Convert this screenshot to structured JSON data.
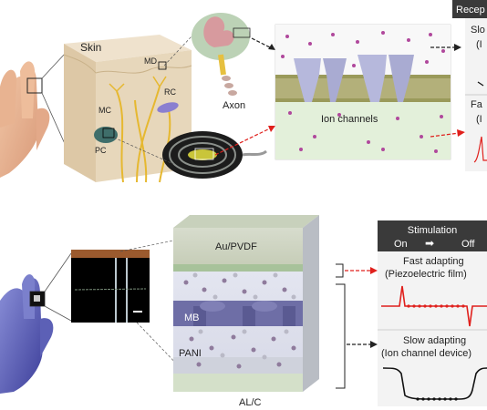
{
  "top": {
    "skin_label": "Skin",
    "md_label": "MD",
    "mc_label": "MC",
    "rc_label": "RC",
    "pc_label": "PC",
    "axon_label": "Axon",
    "ion_channels_label": "Ion channels",
    "receptor_header": "Recep",
    "slow_partial": "Slo",
    "slow_partial2": "(I",
    "fast_partial": "Fa",
    "fast_partial2": "(I"
  },
  "bottom": {
    "au_pvdf_label": "Au/PVDF",
    "mb_label": "MB",
    "pani_label": "PANI",
    "al_c_label": "AL/C",
    "stimulation_title": "Stimulation",
    "stim_on": "On",
    "stim_off": "Off",
    "stim_arrow": "➡",
    "fast_title": "Fast adapting",
    "fast_sub": "(Piezoelectric film)",
    "slow_title": "Slow adapting",
    "slow_sub": "(Ion channel device)"
  },
  "colors": {
    "skin_top": "#e6d9c3",
    "membrane": "#8a8f55",
    "channel": "#b6b8dc",
    "dot": "#b0489c",
    "fast_trace": "#e0201c",
    "slow_trace": "#111111",
    "panel_bg": "#3a3a3a",
    "arrow_red": "#e0201c"
  }
}
